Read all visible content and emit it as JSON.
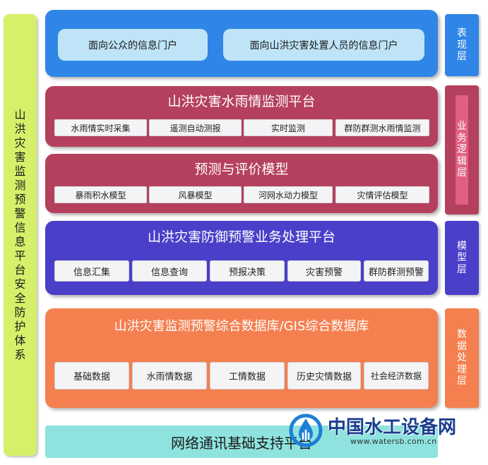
{
  "security_column": {
    "chars": [
      "山",
      "洪",
      "灾",
      "害",
      "监",
      "测",
      "预",
      "警",
      "信",
      "息",
      "平",
      "台",
      "安",
      "全",
      "防",
      "护",
      "体",
      "系"
    ]
  },
  "presentation_layer": {
    "portals": [
      "面向公众的信息门户",
      "面向山洪灾害处置人员的信息门户"
    ]
  },
  "hydro_platform": {
    "title": "山洪灾害水雨情监测平台",
    "items": [
      "水雨情实时采集",
      "遥测自动测报",
      "实时监测",
      "群防群测水雨情监测"
    ]
  },
  "forecast_models": {
    "title": "预测与评价模型",
    "items": [
      "暴雨积水模型",
      "风暴模型",
      "河网水动力模型",
      "灾情评估模型"
    ]
  },
  "defense_platform": {
    "title": "山洪灾害防御预警业务处理平台",
    "items": [
      "信息汇集",
      "信息查询",
      "预报决策",
      "灾害预警",
      "群防群测预警"
    ]
  },
  "database": {
    "title": "山洪灾害监测预警综合数据库/GIS综合数据库",
    "items": [
      "基础数据",
      "水雨情数据",
      "工情数据",
      "历史灾情数据",
      "社会经济数据"
    ]
  },
  "network": {
    "title": "网络通讯基础支持平台"
  },
  "side_labels": {
    "presentation": [
      "表",
      "现",
      "层"
    ],
    "business": [
      "业",
      "务",
      "逻",
      "辑",
      "层"
    ],
    "model": [
      "模",
      "型",
      "层"
    ],
    "data": [
      "数",
      "据",
      "处",
      "理",
      "层"
    ]
  },
  "watermark": {
    "name": "中国水工设备网",
    "url": "www.watersb.com.cn"
  },
  "colors": {
    "security": "#d6f06a",
    "presentation": "#2f86e6",
    "business": "#b5405e",
    "model": "#4a3fc9",
    "data": "#f47f4f",
    "network": "#8ee3de"
  }
}
